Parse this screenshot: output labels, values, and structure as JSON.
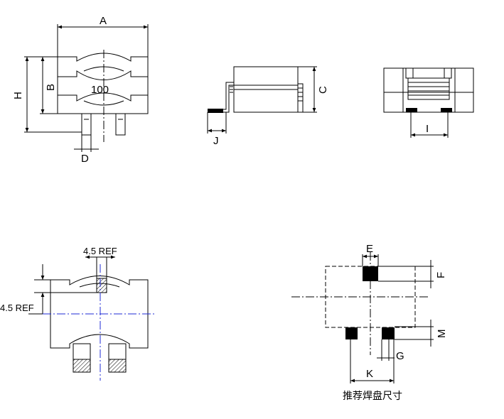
{
  "top_front_view": {
    "dim_a": "A",
    "dim_b": "B",
    "dim_h": "H",
    "dim_d": "D",
    "marking": "100"
  },
  "side_view": {
    "dim_c": "C",
    "dim_j": "J"
  },
  "bottom_view": {
    "dim_i": "I"
  },
  "ref_view": {
    "width_ref": "4.5 REF",
    "height_ref": "4.5 REF"
  },
  "pad_layout": {
    "dim_e": "E",
    "dim_f": "F",
    "dim_m": "M",
    "dim_g": "G",
    "dim_k": "K",
    "caption": "推荐焊盘尺寸"
  },
  "colors": {
    "line": "#000000",
    "center_line": "#1f2bd6",
    "pad": "#000000"
  }
}
